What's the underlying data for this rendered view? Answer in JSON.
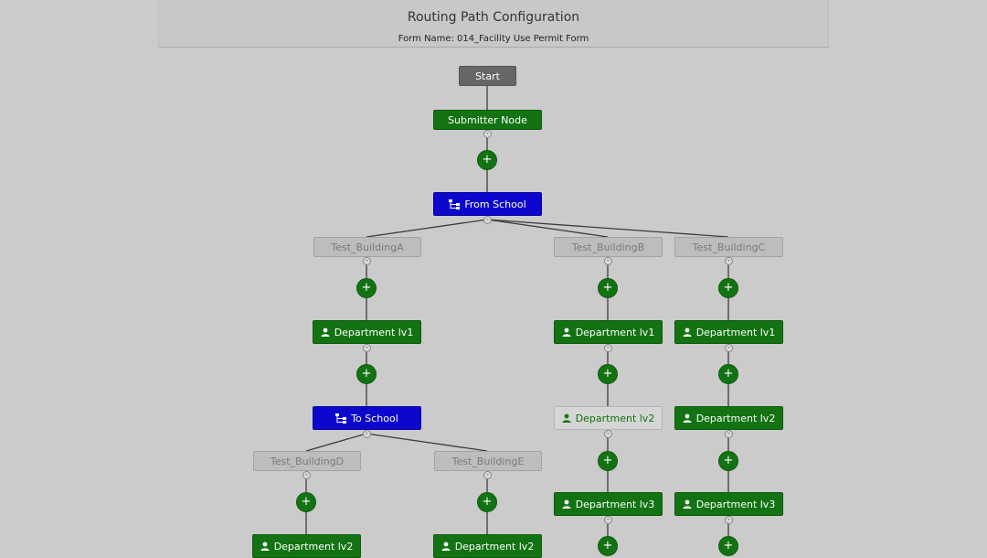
{
  "header": {
    "title": "Routing Path Configuration",
    "form_name_label": "Form Name:",
    "form_name": "014_Facility Use Permit Form"
  },
  "controls": {
    "add": "+",
    "collapse": "-"
  },
  "nodes": {
    "start": "Start",
    "submitter": "Submitter Node",
    "from_school": "From School",
    "bldA": "Test_BuildingA",
    "bldB": "Test_BuildingB",
    "bldC": "Test_BuildingC",
    "A_lv1": "Department lv1",
    "to_school": "To School",
    "bldD": "Test_BuildingD",
    "bldE": "Test_BuildingE",
    "D_lv2": "Department lv2",
    "E_lv2": "Department lv2",
    "B_lv1": "Department lv1",
    "B_lv2": "Department lv2",
    "B_lv3": "Department lv3",
    "C_lv1": "Department lv1",
    "C_lv2": "Department lv2",
    "C_lv3": "Department lv3"
  },
  "icons": {
    "department": "user-icon",
    "branch": "sitemap-icon"
  },
  "colors": {
    "approver": "#137313",
    "branch": "#0d06cc",
    "building": "#bdbdbd",
    "start": "#666666"
  }
}
